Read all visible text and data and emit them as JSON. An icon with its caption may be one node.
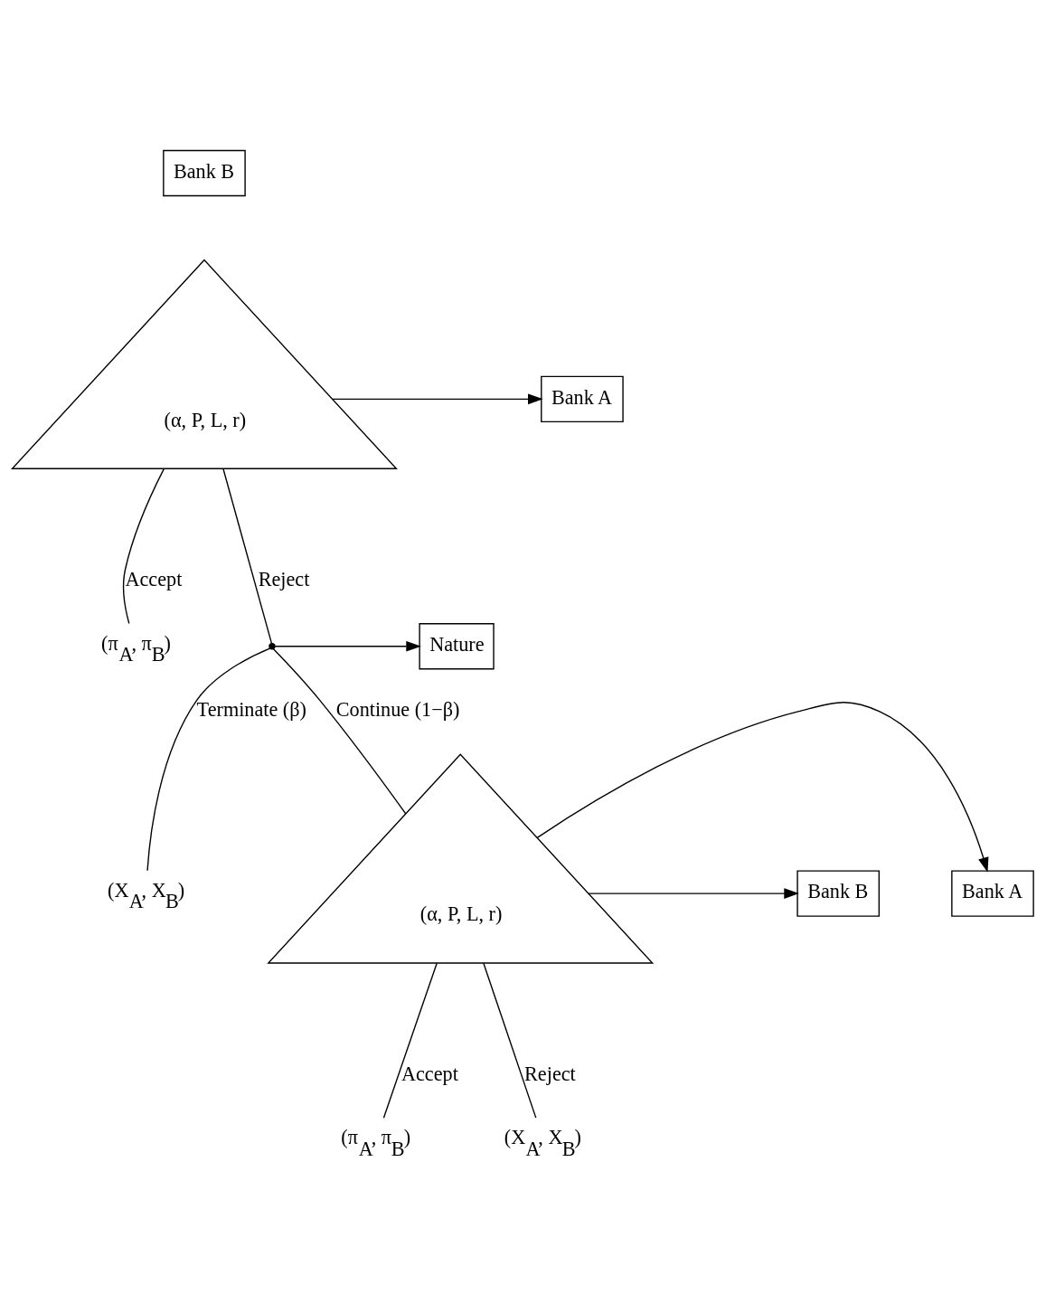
{
  "diagram": {
    "nodes": [
      {
        "text": [
          "Bank B"
        ]
      },
      {
        "text": [
          "(α, P, L, r)"
        ]
      },
      {
        "text": [
          "Bank A"
        ]
      },
      {
        "text": [
          "(π$_{A}$, π$_{B}$)"
        ]
      },
      {
        "text": [
          "Nature"
        ]
      },
      {
        "text": [],
        "shape": "point"
      },
      {
        "text": [
          "(X$_{A}$, X$_{B}$)"
        ]
      },
      {
        "text": [
          "Bank A"
        ]
      },
      {
        "text": [
          "(α, P, L, r)"
        ]
      },
      {
        "text": [
          "Bank B"
        ]
      },
      {
        "text": [
          "(π$_{A}$, π$_{B}$)"
        ]
      },
      {
        "text": [
          "(X$_{A}$, X$_{B}$)"
        ]
      }
    ],
    "edges": [
      {
        "from": 1,
        "to": 2,
        "arrow": "to"
      },
      {
        "from": 1,
        "to": 3,
        "arrow": "none",
        "label": "Accept"
      },
      {
        "from": 1,
        "to": 5,
        "arrow": "none",
        "label": "Reject"
      },
      {
        "from": 5,
        "to": 4,
        "arrow": "to"
      },
      {
        "from": 5,
        "to": 6,
        "arrow": "none",
        "label": "Terminate (β)"
      },
      {
        "from": 5,
        "to": 8,
        "arrow": "none",
        "label": "Continue (1−β)"
      },
      {
        "from": 8,
        "to": 7,
        "arrow": "to"
      },
      {
        "from": 8,
        "to": 9,
        "arrow": "to"
      },
      {
        "from": 8,
        "to": 10,
        "arrow": "none",
        "label": "Accept"
      },
      {
        "from": 8,
        "to": 11,
        "arrow": "none",
        "label": "Reject"
      }
    ]
  }
}
